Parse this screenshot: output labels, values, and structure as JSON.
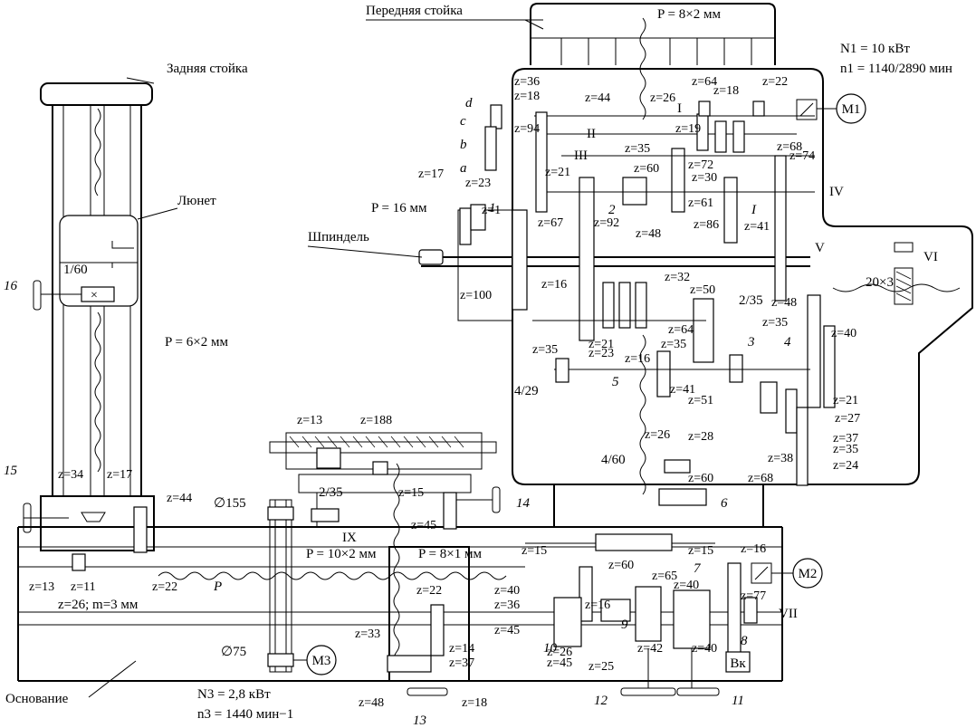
{
  "labels": {
    "front_column": "Передняя стойка",
    "rear_column": "Задняя стойка",
    "steady_rest": "Люнет",
    "spindle": "Шпиндель",
    "base": "Основание",
    "pitch_main": "P = 8×2 мм",
    "pitch_16": "P = 16 мм",
    "pitch_6x2": "P = 6×2 мм",
    "pitch_10x2": "P = 10×2 мм",
    "pitch_8x1": "P = 8×1 мм",
    "p_short": "P",
    "motor1_power": "N1 = 10 кВт",
    "motor1_speed": "n1 = 1140/2890 мин",
    "motor3_power": "N3 = 2,8 кВт",
    "motor3_speed": "n3 = 1440 мин−1",
    "motor1": "M1",
    "motor2": "M2",
    "motor3": "M3",
    "switch": "Вк",
    "rack_20x3": "20×3",
    "diam_155": "∅155",
    "diam_75": "∅75",
    "ratio_1_60": "1/60",
    "ratio_2_35": "2/35",
    "ratio_2_35_table": "2/35",
    "ratio_4_29": "4/29",
    "ratio_4_60": "4/60",
    "module_note": "z=26; m=3 мм"
  },
  "roman": [
    "I",
    "II",
    "III",
    "IV",
    "V",
    "VI",
    "VII",
    "IX",
    "I"
  ],
  "gear_labels": [
    "z=36",
    "z=18",
    "z=44",
    "z=26",
    "z=64",
    "z=18",
    "z=22",
    "z=94",
    "z=19",
    "z=35",
    "z=60",
    "z=72",
    "z=68",
    "z=74",
    "z=21",
    "z=30",
    "z=17",
    "z=23",
    "z=1",
    "z=67",
    "z=92",
    "z=48",
    "z=61",
    "z=86",
    "z=41",
    "z=100",
    "z=16",
    "z=32",
    "z=50",
    "z=35",
    "z=21",
    "z=23",
    "z=16",
    "z=64",
    "z=35",
    "z=48",
    "z=35",
    "z=40",
    "z=41",
    "z=51",
    "z=26",
    "z=28",
    "z=21",
    "z=27",
    "z=37",
    "z=35",
    "z=24",
    "z=38",
    "z=68",
    "z=60",
    "z=13",
    "z=188",
    "z=15",
    "z=45",
    "z=34",
    "z=17",
    "z=44",
    "z=13",
    "z=11",
    "z=22",
    "z=15",
    "z=60",
    "z=15",
    "z=16",
    "z=40",
    "z=65",
    "z=36",
    "z=16",
    "z=40",
    "z=45",
    "z=26",
    "z=42",
    "z=40",
    "z=45",
    "z=25",
    "z=77",
    "z=22",
    "z=33",
    "z=14",
    "z=37",
    "z=48",
    "z=18"
  ],
  "letter_labels": [
    "d",
    "c",
    "b",
    "a"
  ],
  "handle_numbers": [
    "1",
    "2",
    "3",
    "4",
    "5",
    "6",
    "7",
    "8",
    "9",
    "10",
    "11",
    "12",
    "13",
    "14",
    "15",
    "16"
  ]
}
